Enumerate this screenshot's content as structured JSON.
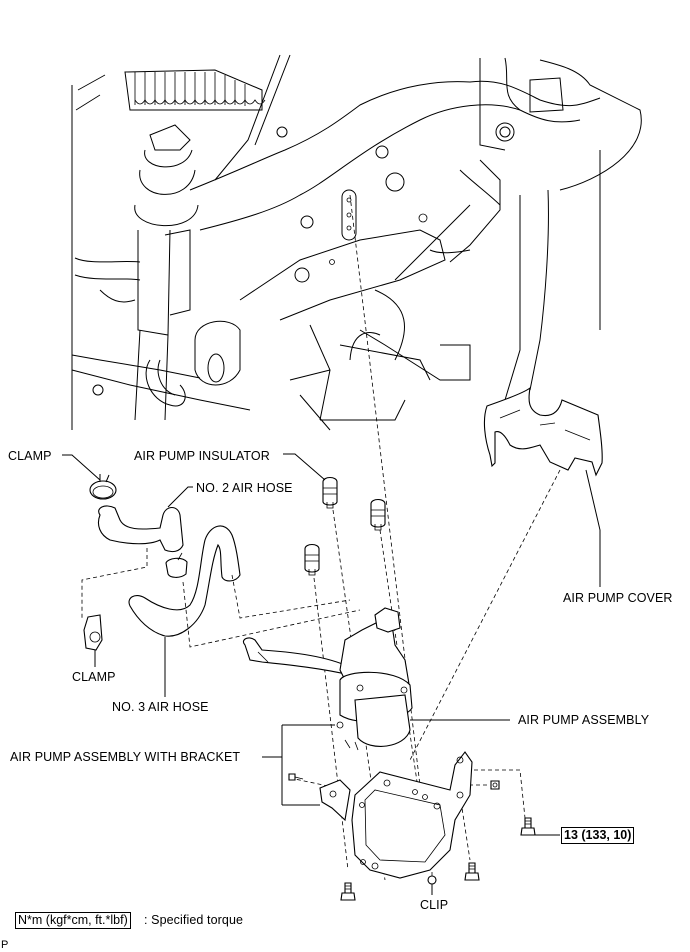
{
  "diagram": {
    "type": "exploded-parts-diagram",
    "subject": "Air pump assembly removal / installation"
  },
  "labels": {
    "clamp_top": "CLAMP",
    "air_pump_insulator": "AIR PUMP INSULATOR",
    "no2_air_hose": "NO. 2 AIR HOSE",
    "air_pump_cover": "AIR PUMP COVER",
    "clamp_bottom": "CLAMP",
    "no3_air_hose": "NO. 3 AIR HOSE",
    "air_pump_assembly": "AIR PUMP ASSEMBLY",
    "air_pump_assembly_with_bracket": "AIR PUMP ASSEMBLY WITH BRACKET",
    "clip": "CLIP"
  },
  "torque": {
    "value": "13 (133, 10)"
  },
  "legend": {
    "unit_box": "N*m (kgf*cm, ft.*lbf)",
    "description": ": Specified torque"
  },
  "footer": {
    "code": "P"
  }
}
